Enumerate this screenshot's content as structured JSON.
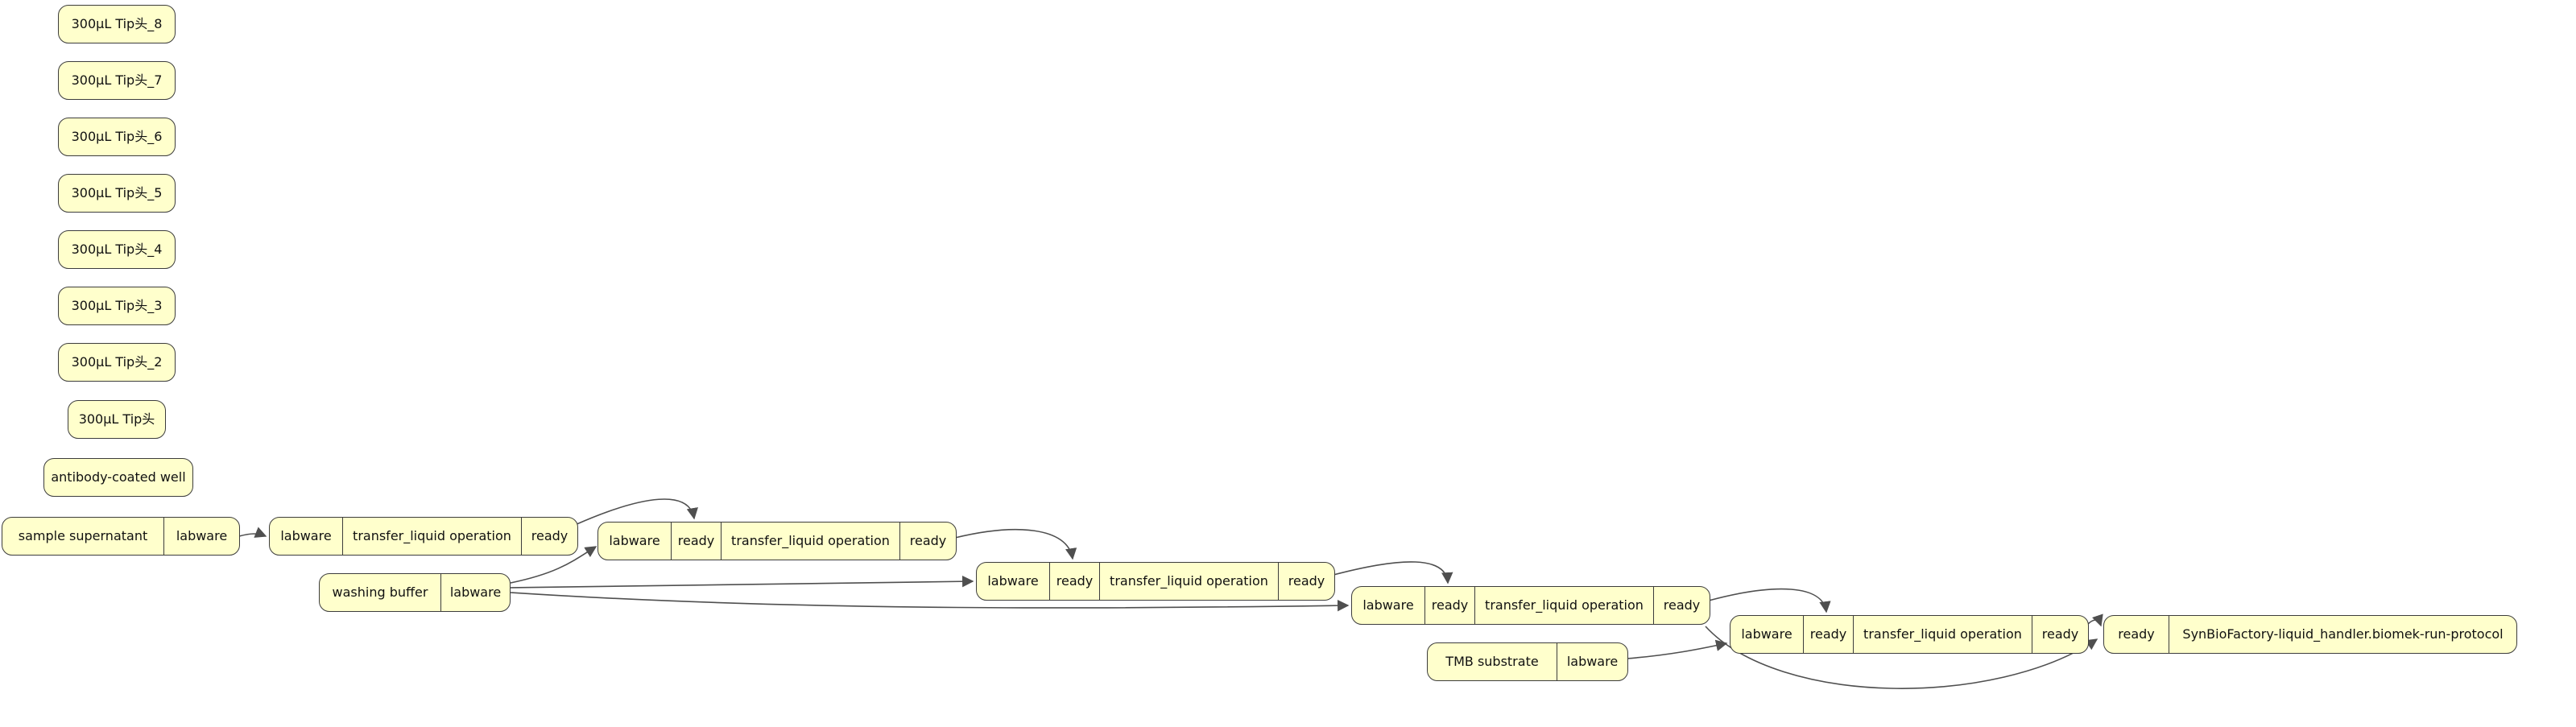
{
  "diagram": {
    "kind": "workflow-graph",
    "background_color": "#ffffff",
    "node_fill_color": "#ffffcc",
    "node_border_color": "#3c3c3c",
    "edge_color": "#4f4f4f",
    "nodes": [
      {
        "id": "tip-8",
        "cells": [
          "300μL Tip头_8"
        ]
      },
      {
        "id": "tip-7",
        "cells": [
          "300μL Tip头_7"
        ]
      },
      {
        "id": "tip-6",
        "cells": [
          "300μL Tip头_6"
        ]
      },
      {
        "id": "tip-5",
        "cells": [
          "300μL Tip头_5"
        ]
      },
      {
        "id": "tip-4",
        "cells": [
          "300μL Tip头_4"
        ]
      },
      {
        "id": "tip-3",
        "cells": [
          "300μL Tip头_3"
        ]
      },
      {
        "id": "tip-2",
        "cells": [
          "300μL Tip头_2"
        ]
      },
      {
        "id": "tip-1",
        "cells": [
          "300μL Tip头"
        ]
      },
      {
        "id": "antibody-coated-well",
        "cells": [
          "antibody-coated well"
        ]
      },
      {
        "id": "sample-supernatant",
        "cells": [
          "sample supernatant",
          "labware"
        ]
      },
      {
        "id": "transfer-op-1",
        "cells": [
          "labware",
          "transfer_liquid operation",
          "ready"
        ]
      },
      {
        "id": "transfer-op-2",
        "cells": [
          "labware",
          "ready",
          "transfer_liquid operation",
          "ready"
        ]
      },
      {
        "id": "washing-buffer",
        "cells": [
          "washing buffer",
          "labware"
        ]
      },
      {
        "id": "transfer-op-3",
        "cells": [
          "labware",
          "ready",
          "transfer_liquid operation",
          "ready"
        ]
      },
      {
        "id": "transfer-op-4",
        "cells": [
          "labware",
          "ready",
          "transfer_liquid operation",
          "ready"
        ]
      },
      {
        "id": "tmb-substrate",
        "cells": [
          "TMB substrate",
          "labware"
        ]
      },
      {
        "id": "transfer-op-5",
        "cells": [
          "labware",
          "ready",
          "transfer_liquid operation",
          "ready"
        ]
      },
      {
        "id": "run-protocol",
        "cells": [
          "ready",
          "SynBioFactory-liquid_handler.biomek-run-protocol"
        ]
      }
    ],
    "edges": [
      {
        "from": "sample-supernatant",
        "from_port": "labware",
        "to": "transfer-op-1",
        "to_port": "labware"
      },
      {
        "from": "transfer-op-1",
        "from_port": "ready",
        "to": "transfer-op-2",
        "to_port": "ready"
      },
      {
        "from": "washing-buffer",
        "from_port": "labware",
        "to": "transfer-op-2",
        "to_port": "labware"
      },
      {
        "from": "washing-buffer",
        "from_port": "labware",
        "to": "transfer-op-3",
        "to_port": "labware"
      },
      {
        "from": "washing-buffer",
        "from_port": "labware",
        "to": "transfer-op-4",
        "to_port": "labware"
      },
      {
        "from": "transfer-op-2",
        "from_port": "ready",
        "to": "transfer-op-3",
        "to_port": "ready"
      },
      {
        "from": "transfer-op-3",
        "from_port": "ready",
        "to": "transfer-op-4",
        "to_port": "ready"
      },
      {
        "from": "transfer-op-4",
        "from_port": "ready",
        "to": "transfer-op-5",
        "to_port": "ready"
      },
      {
        "from": "tmb-substrate",
        "from_port": "labware",
        "to": "transfer-op-5",
        "to_port": "labware"
      },
      {
        "from": "transfer-op-5",
        "from_port": "ready",
        "to": "run-protocol",
        "to_port": "ready"
      },
      {
        "from": "transfer-op-4",
        "from_port": "ready",
        "to": "run-protocol",
        "to_port": "ready"
      }
    ]
  }
}
